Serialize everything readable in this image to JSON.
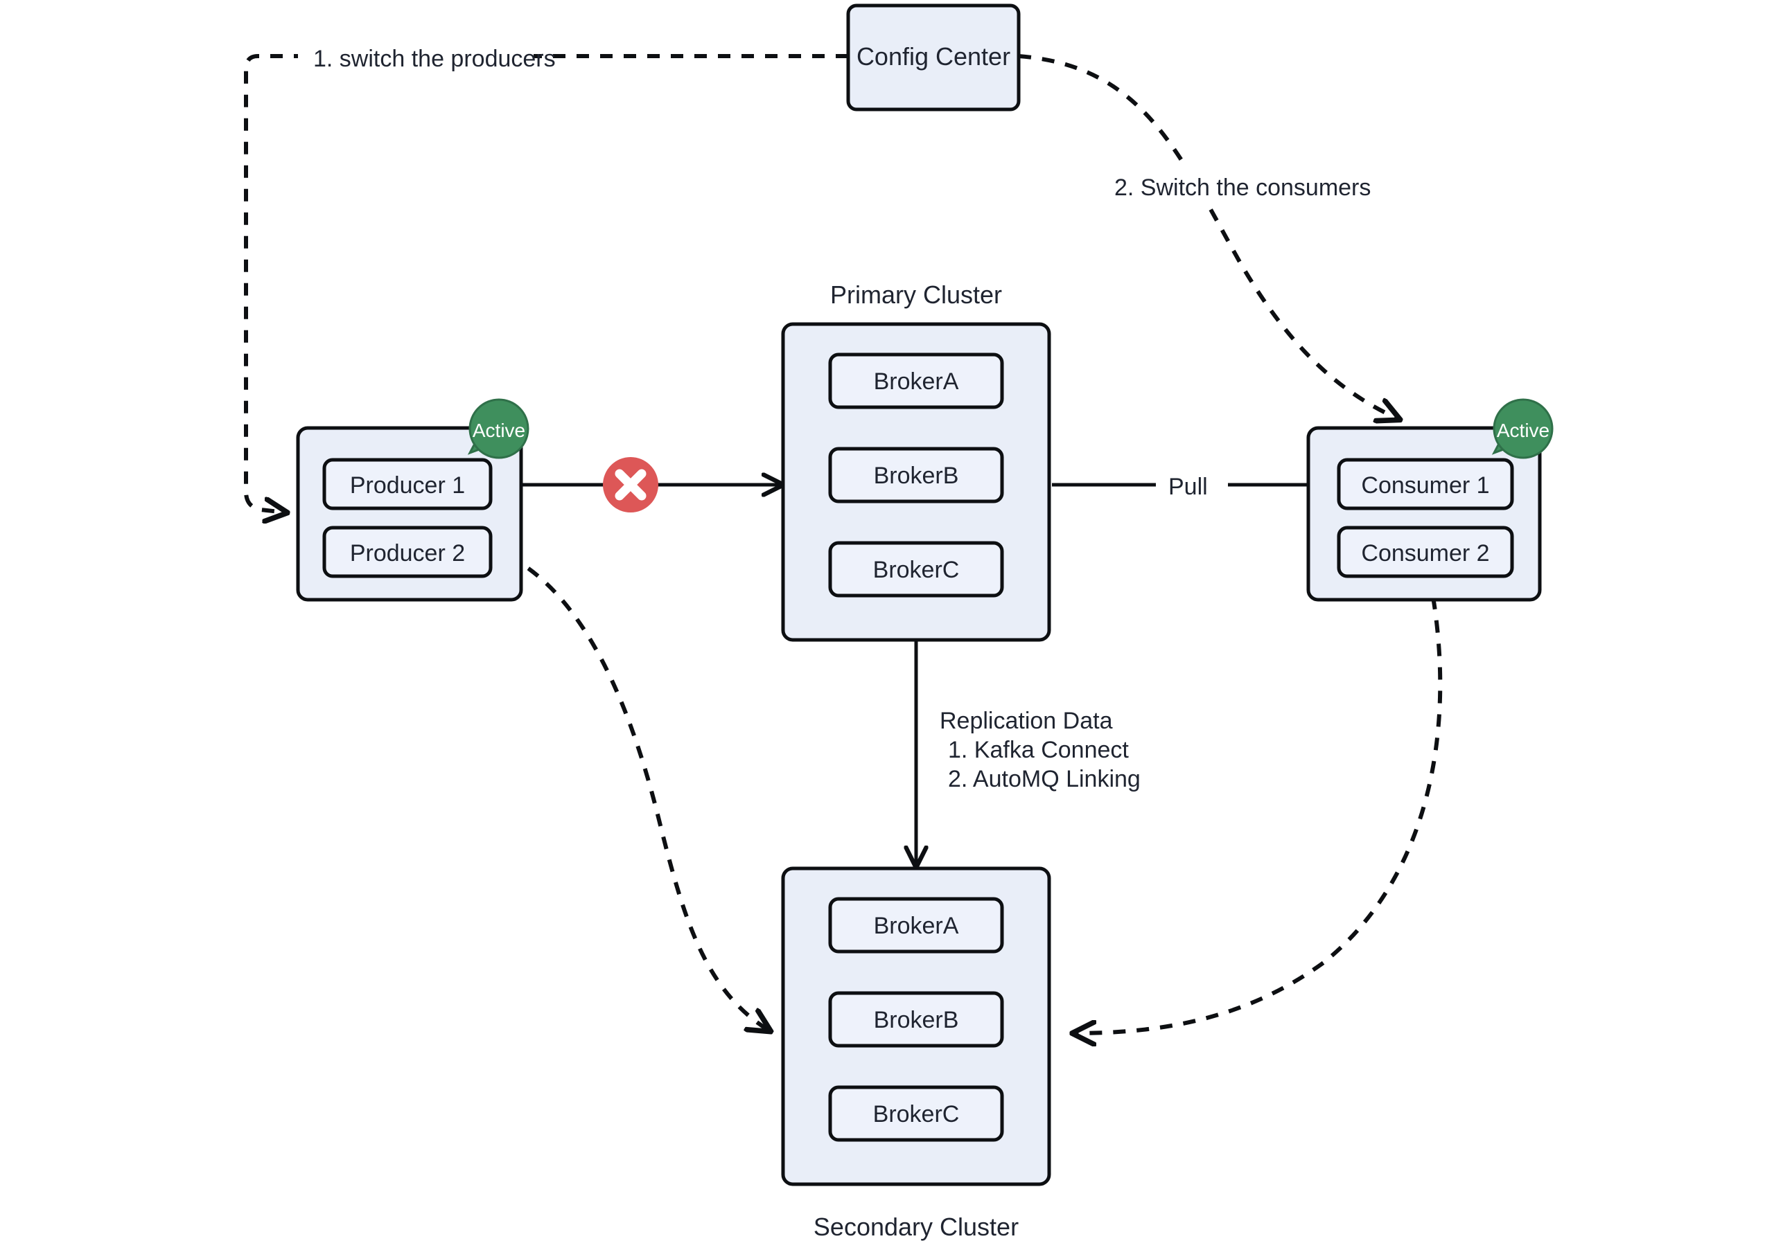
{
  "diagram": {
    "title": "Kafka cross-cluster failover / disaster recovery topology",
    "colors": {
      "box_fill": "#e9eef8",
      "inner_fill": "#eef2fb",
      "stroke": "#0d0f12",
      "badge_green": "#3f8f5d",
      "error_red": "#dd5757",
      "background": "#ffffff",
      "text": "#1f2430"
    },
    "nodes": {
      "config_center": {
        "label": "Config Center",
        "kind": "box"
      },
      "producer_group": {
        "badge": "Active",
        "items": [
          {
            "label": "Producer 1"
          },
          {
            "label": "Producer 2"
          }
        ]
      },
      "consumer_group": {
        "badge": "Active",
        "items": [
          {
            "label": "Consumer 1"
          },
          {
            "label": "Consumer 2"
          }
        ]
      },
      "primary_cluster": {
        "caption": "Primary Cluster",
        "caption_position": "top",
        "brokers": [
          {
            "label": "BrokerA"
          },
          {
            "label": "BrokerB"
          },
          {
            "label": "BrokerC"
          }
        ]
      },
      "secondary_cluster": {
        "caption": "Secondary Cluster",
        "caption_position": "bottom",
        "brokers": [
          {
            "label": "BrokerA"
          },
          {
            "label": "BrokerB"
          },
          {
            "label": "BrokerC"
          }
        ]
      }
    },
    "edges": {
      "switch_producers": {
        "label": "1. switch the producers",
        "style": "dashed",
        "from": "config_center",
        "to": "producer_group"
      },
      "switch_consumers": {
        "label": "2. Switch the consumers",
        "style": "dashed",
        "from": "config_center",
        "to": "consumer_group"
      },
      "producer_to_primary": {
        "label": "",
        "style": "solid-broken",
        "from": "producer_group",
        "to": "primary_cluster",
        "marker": "x-error"
      },
      "primary_to_consumer": {
        "label": "Pull",
        "style": "solid",
        "from": "primary_cluster",
        "to": "consumer_group"
      },
      "replication": {
        "label_lines": [
          "Replication Data",
          "1. Kafka Connect",
          "2. AutoMQ Linking"
        ],
        "style": "solid",
        "from": "primary_cluster",
        "to": "secondary_cluster"
      },
      "producer_to_secondary": {
        "label": "",
        "style": "dashed",
        "from": "producer_group",
        "to": "secondary_cluster"
      },
      "consumer_to_secondary": {
        "label": "",
        "style": "dashed",
        "from": "consumer_group",
        "to": "secondary_cluster"
      }
    },
    "icons": {
      "error": "x-circle-icon",
      "badge": "active-badge-icon"
    }
  }
}
